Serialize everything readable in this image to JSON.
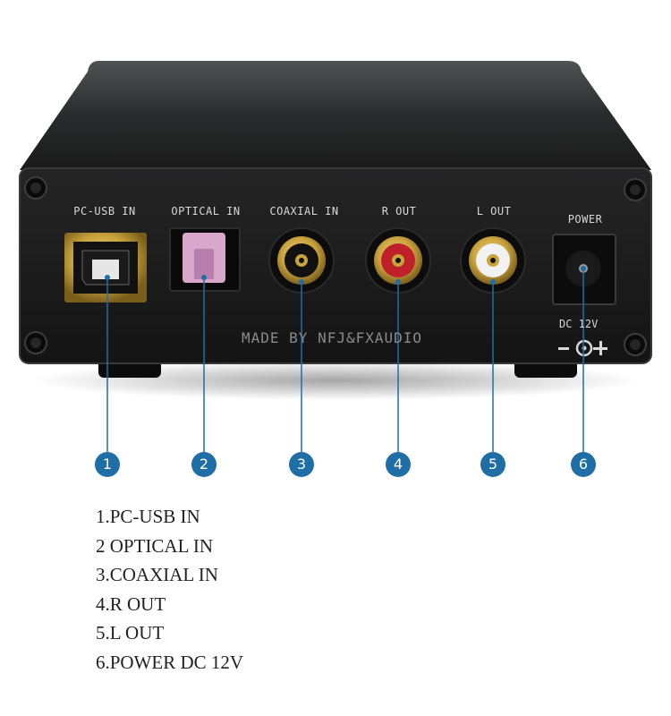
{
  "ports": [
    {
      "number": "1",
      "label": "PC-USB IN"
    },
    {
      "number": "2",
      "label": "OPTICAL IN"
    },
    {
      "number": "3",
      "label": "COAXIAL IN"
    },
    {
      "number": "4",
      "label": "R OUT"
    },
    {
      "number": "5",
      "label": "L OUT"
    },
    {
      "number": "6",
      "label": "POWER"
    }
  ],
  "brand": "MADE BY NFJ&FXAUDIO",
  "power_rating": "DC 12V",
  "legend": [
    "1.PC-USB IN",
    "2 OPTICAL IN",
    "3.COAXIAL IN",
    "4.R OUT",
    "5.L OUT",
    "6.POWER DC 12V"
  ],
  "colors": {
    "callout_blue": "#1f6ea6",
    "chassis": "#1a1a1a",
    "gold": "#c9a33c",
    "optical_pink": "#d9a6cc",
    "rca_red": "#c0202a"
  }
}
